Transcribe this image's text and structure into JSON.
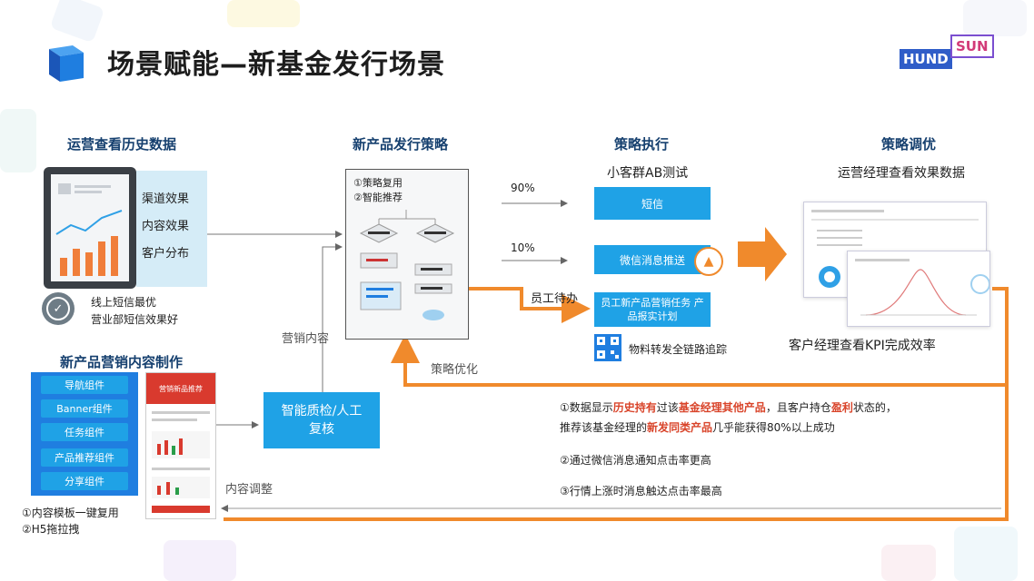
{
  "title": "场景赋能—新基金发行场景",
  "logo": {
    "part1": "HUND",
    "part2": "SUN"
  },
  "sections": {
    "history": "运营查看历史数据",
    "strategy": "新产品发行策略",
    "exec": "策略执行",
    "tune": "策略调优",
    "content": "新产品营销内容制作"
  },
  "history": {
    "effects": [
      "渠道效果",
      "内容效果",
      "客户分布"
    ],
    "notes": [
      "线上短信最优",
      "营业部短信效果好"
    ]
  },
  "strategy": {
    "items": [
      "①策略复用",
      "②智能推荐"
    ]
  },
  "exec": {
    "ab_test": "小客群AB测试",
    "pct_90": "90%",
    "pct_10": "10%",
    "btn_sms": "短信",
    "btn_push": "微信消息推送",
    "employee_task": "员工待办",
    "btn_employee": "员工新产品营销任务 产品报实计划",
    "material": "物料转发全链路追踪"
  },
  "tune": {
    "subtitle": "运营经理查看效果数据",
    "kpi": "客户经理查看KPI完成效率"
  },
  "flow": {
    "marketing_content": "营销内容",
    "strategy_opt": "策略优化",
    "content_adjust": "内容调整",
    "review": "智能质检/人工复核"
  },
  "content": {
    "components": [
      "导航组件",
      "Banner组件",
      "任务组件",
      "产品推荐组件",
      "分享组件"
    ],
    "notes": [
      "①内容模板一键复用",
      "②H5拖拉拽"
    ],
    "phone_title": "营销新品推荐"
  },
  "insights": {
    "line1_pre": "①数据显示",
    "line1_h1": "历史持有",
    "line1_mid": "过该",
    "line1_h2": "基金经理其他产品",
    "line1_post": "，且客户持仓",
    "line1_h3": "盈利",
    "line1_end": "状态的，",
    "line2_pre": "推荐该基金经理的",
    "line2_h": "新发同类产品",
    "line2_post": "几乎能获得80%以上成功",
    "line3": "②通过微信消息通知点击率更高",
    "line4": "③行情上涨时消息触达点击率最高"
  },
  "colors": {
    "blue": "#1fa2e6",
    "orange": "#f08a2c",
    "navy": "#16406f"
  }
}
